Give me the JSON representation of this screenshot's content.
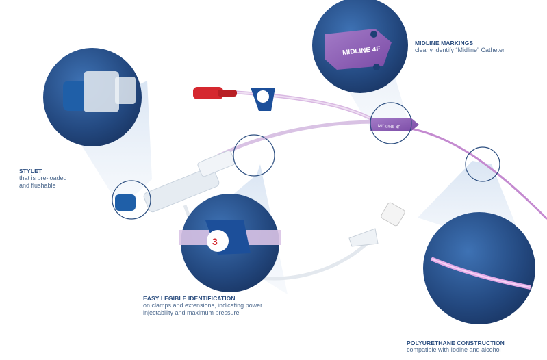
{
  "callouts": {
    "midline": {
      "title": "MIDLINE MARKINGS",
      "desc": "clearly identify “Midline” Catheter"
    },
    "stylet": {
      "title": "STYLET",
      "desc_line1": "that is pre-loaded",
      "desc_line2": "and flushable"
    },
    "legible": {
      "title": "EASY LEGIBLE IDENTIFICATION",
      "desc_line1": "on clamps and extensions, indicating power",
      "desc_line2": "injectability and maximum pressure"
    },
    "poly": {
      "title": "POLYURETHANE CONSTRUCTION",
      "desc": "compatible with Iodine and alcohol"
    }
  },
  "hub_label": "MIDLINE 4F",
  "clamp_badge": "3",
  "colors": {
    "circle_dark": "#1d3f74",
    "circle_mid": "#2f5e9c",
    "catheter_purple": "#8c5bb3",
    "tube_pink": "#c48ad0",
    "cap_red": "#d5282f",
    "cap_blue": "#1f5fa8",
    "clamp_blue": "#1c4f9a",
    "title_text": "#2d4f80"
  }
}
